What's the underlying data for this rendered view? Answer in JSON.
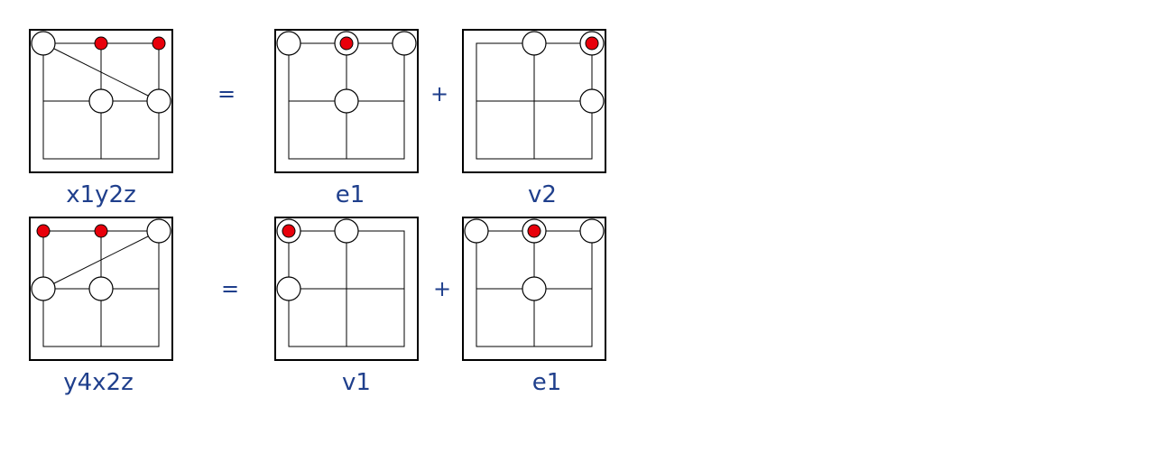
{
  "colors": {
    "text": "#1f3f8c",
    "stroke": "#000000",
    "marker_fill": "#ffffff",
    "dot_fill": "#e8000b"
  },
  "operators": {
    "equals": "=",
    "plus": "+"
  },
  "rows": [
    {
      "terms": [
        {
          "label": "x1y2z",
          "markers": [
            {
              "type": "circle",
              "col": 0,
              "row": 0
            },
            {
              "type": "dot",
              "col": 1,
              "row": 0
            },
            {
              "type": "dot",
              "col": 2,
              "row": 0
            },
            {
              "type": "circle",
              "col": 1,
              "row": 1
            },
            {
              "type": "circle",
              "col": 2,
              "row": 1
            }
          ],
          "links": [
            {
              "from": [
                0,
                0
              ],
              "to": [
                2,
                1
              ]
            }
          ]
        },
        {
          "label": "e1",
          "markers": [
            {
              "type": "circle",
              "col": 0,
              "row": 0
            },
            {
              "type": "ringdot",
              "col": 1,
              "row": 0
            },
            {
              "type": "circle",
              "col": 2,
              "row": 0
            },
            {
              "type": "circle",
              "col": 1,
              "row": 1
            }
          ],
          "links": []
        },
        {
          "label": "v2",
          "markers": [
            {
              "type": "circle",
              "col": 1,
              "row": 0
            },
            {
              "type": "ringdot",
              "col": 2,
              "row": 0
            },
            {
              "type": "circle",
              "col": 2,
              "row": 1
            }
          ],
          "links": []
        }
      ]
    },
    {
      "terms": [
        {
          "label": "y4x2z",
          "markers": [
            {
              "type": "dot",
              "col": 0,
              "row": 0
            },
            {
              "type": "dot",
              "col": 1,
              "row": 0
            },
            {
              "type": "circle",
              "col": 2,
              "row": 0
            },
            {
              "type": "circle",
              "col": 0,
              "row": 1
            },
            {
              "type": "circle",
              "col": 1,
              "row": 1
            }
          ],
          "links": [
            {
              "from": [
                2,
                0
              ],
              "to": [
                0,
                1
              ]
            }
          ]
        },
        {
          "label": "v1",
          "markers": [
            {
              "type": "ringdot",
              "col": 0,
              "row": 0
            },
            {
              "type": "circle",
              "col": 1,
              "row": 0
            },
            {
              "type": "circle",
              "col": 0,
              "row": 1
            }
          ],
          "links": []
        },
        {
          "label": "e1",
          "markers": [
            {
              "type": "circle",
              "col": 0,
              "row": 0
            },
            {
              "type": "ringdot",
              "col": 1,
              "row": 0
            },
            {
              "type": "circle",
              "col": 2,
              "row": 0
            },
            {
              "type": "circle",
              "col": 1,
              "row": 1
            }
          ],
          "links": []
        }
      ]
    }
  ]
}
